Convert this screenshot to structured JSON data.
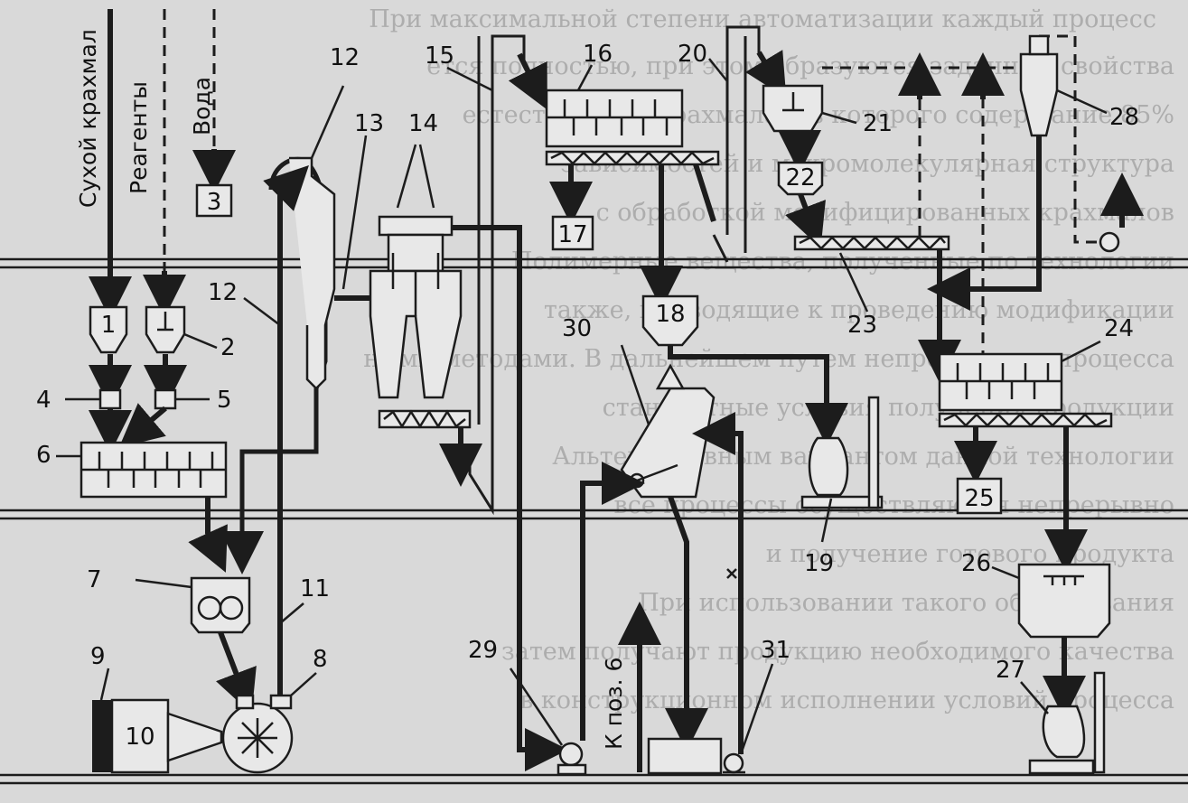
{
  "labels": {
    "dry_starch": "Сухой крахмал",
    "reagents": "Реагенты",
    "water": "Вода",
    "to_pos_6": "К поз. 6"
  },
  "numbers": {
    "n1": "1",
    "n2": "2",
    "n3": "3",
    "n4": "4",
    "n5": "5",
    "n6": "6",
    "n7": "7",
    "n8": "8",
    "n9": "9",
    "n10": "10",
    "n11": "11",
    "n12a": "12",
    "n12b": "12",
    "n13": "13",
    "n14": "14",
    "n15": "15",
    "n16": "16",
    "n17": "17",
    "n18": "18",
    "n19": "19",
    "n20": "20",
    "n21": "21",
    "n22": "22",
    "n23": "23",
    "n24": "24",
    "n25": "25",
    "n26": "26",
    "n27": "27",
    "n28": "28",
    "n29": "29",
    "n30": "30",
    "n31": "31"
  },
  "background_text": [
    "При максимальной степени автоматизации каждый процесс",
    "ется полностью, при этом образуются заданные свойства",
    "естественного крахмала, из которого содержание 85%",
    "зависимостей и макромолекулярная структура",
    "с обработкой модифицированных крахмалов",
    "Полимерные вещества, полученные по технологии",
    "также, приводящие к проведению модификации",
    "ными методами. В дальнейшем путем непрерывного процесса",
    "стандартные условия получения продукции",
    "Альтернативным вариантом данной технологии",
    "все процессы осуществляются непрерывно",
    "и получение готового продукта",
    "При использовании такого оборудования",
    "затем получают продукцию необходимого качества",
    "в конструкционном исполнении условий процесса"
  ]
}
